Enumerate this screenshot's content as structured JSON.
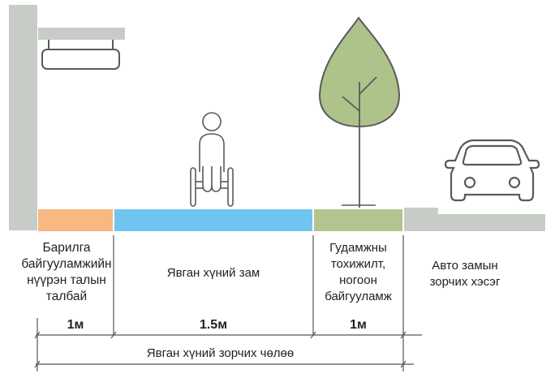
{
  "colors": {
    "wall": "#c8ccc6",
    "facade_zone": "#f8b882",
    "walkway_zone": "#6fc5ef",
    "green_zone": "#b3c490",
    "road_zone": "#c8ccc6",
    "tree_fill": "#adc38a",
    "icon_stroke": "#5a5a5a"
  },
  "icons": [
    "building-wall",
    "hanging-sign-icon",
    "wheelchair-user-icon",
    "tree-icon",
    "car-icon"
  ],
  "zones": [
    {
      "id": "facade",
      "label": "Барилга\nбайгууламжийн\nнүүрэн талын\nталбай",
      "width_label": "1м"
    },
    {
      "id": "walkway",
      "label": "Явган хүний зам",
      "width_label": "1.5м"
    },
    {
      "id": "green",
      "label": "Гудамжны\nтохижилт,\nногоон\nбайгууламж",
      "width_label": "1м"
    },
    {
      "id": "road",
      "label": "Авто замын\nзорчих хэсэг"
    }
  ],
  "total_dimension_label": "Явган хүний зорчих чөлөө"
}
